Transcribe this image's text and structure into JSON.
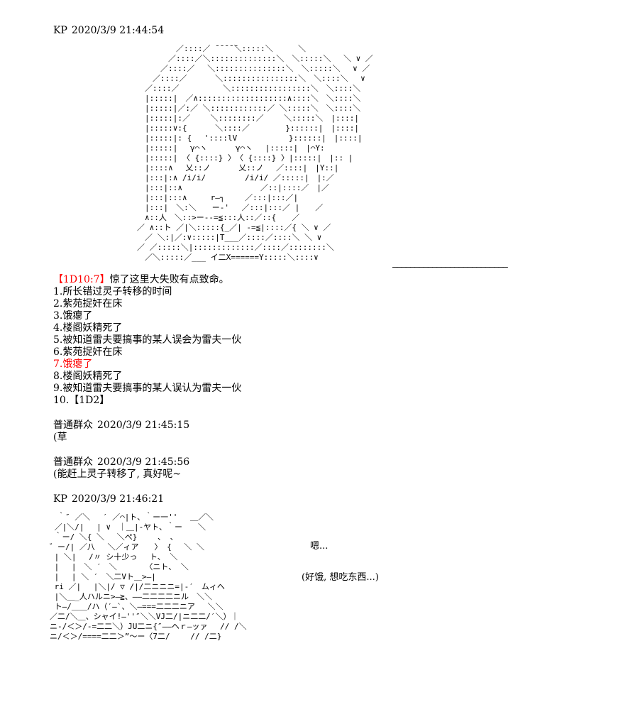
{
  "colors": {
    "background": "#ffffff",
    "text": "#000000",
    "dice_red": "#ff0000"
  },
  "posts": {
    "kp1": {
      "author": "KP",
      "timestamp": "2020/3/9 21:44:54",
      "ascii_art": [
        "　　　　　／::::／ ̄ ̄ ̄ ̄ ̄＼:::::＼　 　 ＼",
        "　　　　／::::／＼::::::::::::::＼　＼:::::＼ 　＼ ∨ ／",
        "　　　／::::／　 ＼:::::::::::::::＼　＼:::::＼　 ∨ ／",
        "　　／::::／　　 　＼::::::::::::::::＼　＼::::＼　 ∨",
        "　／::::／　　　　 　＼:::::::::::::::::＼　＼::::＼",
        "　|:::::|　／∧:::::::::::::::::::∧::::＼　＼::::＼",
        "　|:::::|／:／ ＼::::::::::::／ ＼:::::＼　＼::::＼",
        "　|:::::|:／　　 ＼::::::::／　　 ＼:::::＼　|::::|",
        "　|:::::∨:{　　　 ＼::::／　　　　 }::::::|　|::::|",
        "　|:::::|: {　 '::::lV　　　　　　 }::::::|　|::::|",
        "　|:::::|　 γ⌒ヽ　　　 γ⌒ヽ 　|:::::|　|⌒Y:",
        "　|:::::| 〈 {::::} 〉　〈 {::::} 〉|:::::|　|:: |",
        "　|::::∧　 乂::ノ　　　 乂::ノ 　／::::|　|Y::|",
        "　|:::|:∧ /i/i/　　　　　/i/i/ ／:::::|　|:／",
        "　|:::|::∧　　　　　　　　　　／::|::::／　|／",
        "　|:::|:::∧　　　r―┐　　 ／:::|:::／|",
        "　|:::|　＼:＼　　ー‐'　 ／:::|:::／ |　　／",
        "　∧::人　＼::>ー--=≦:::人::／::{　　／",
        "／ ∧::ト ／|＼:::::{_／| -=≦|::::／{ ＼ ∨ ／",
        "　／ ＼:|／:∨:::::|T___／::::／::::＼ ＼ ∨",
        "／ ／:::::＼|:::::::::::::／::::／::::::::＼",
        "　／＼:::::／___ イ二X======Y:::::＼::::∨"
      ],
      "separator": "――――――――――――――――――――――――――",
      "dice_label": "【1D10:7】",
      "dice_comment": "惊了这里大失败有点致命。",
      "options": [
        "1.所长错过灵子转移的时间",
        "2.紫苑捉奸在床",
        "3.饿瘪了",
        "4.楼阁妖精死了",
        "5.被知道雷夫要搞事的某人误会为雷夫一伙",
        "6.紫苑捉奸在床",
        "7.饿瘪了",
        "8.楼阁妖精死了",
        "9.被知道雷夫要搞事的某人误认为雷夫一伙",
        "10.【1D2】"
      ],
      "selected_option": "7.饿瘪了"
    },
    "crowd1": {
      "author": "普通群众",
      "timestamp": "2020/3/9 21:45:15",
      "text": "(草"
    },
    "crowd2": {
      "author": "普通群众",
      "timestamp": "2020/3/9 21:45:56",
      "text": "(能赶上灵子转移了, 真好呢~"
    },
    "kp2": {
      "author": "KP",
      "timestamp": "2020/3/9 21:46:21",
      "ascii_art": [
        "　　｀″ ／＼　 ′ ／⌒|ト、｀ー一''　 ＿／＼",
        "　 ／|＼/|　 | ∨　｜＿|‐ヤト、｀ー　　＼",
        "　 ｀ー/ ＼{ ＼　 ＼ぺ}　　 、 、",
        "　゛ー/| ／八　 ＼／ィア　　〉 {　 ＼ ＼",
        "　 | ＼|　 /〃 シ十少っ　 ト、 ＼",
        "　 |　 |　＼ ′　＼　　　 〈ニト、 ＼",
        "　 |　 | ＼ ′　＼二Vト＿>―|",
        "　 ri ／|　 |＼|/ ▽ /|/二ニニニ=|‐′　ムィヘ",
        "　 |＼＿_人ハルニ>―≧、――二二二二ニル　＼＼",
        "　 ト―/＿＿/ハ（′―`、＼―===二二二ニア　 ＼＼",
        "　／二/＼＿、シャイ!―''″＼＼VJ二/|ニ二二/′＼）｜",
        "　ニ-/＜＞/-=二二＼）JU二ニ{″――ヘｒ―ッァ　 // /＼",
        "　ニ/＜＞/====二二＞”〜ー〈7二/　　 // /二}"
      ],
      "dialogue_1": "嗯...",
      "dialogue_2": "(好饿, 想吃东西...)"
    }
  }
}
